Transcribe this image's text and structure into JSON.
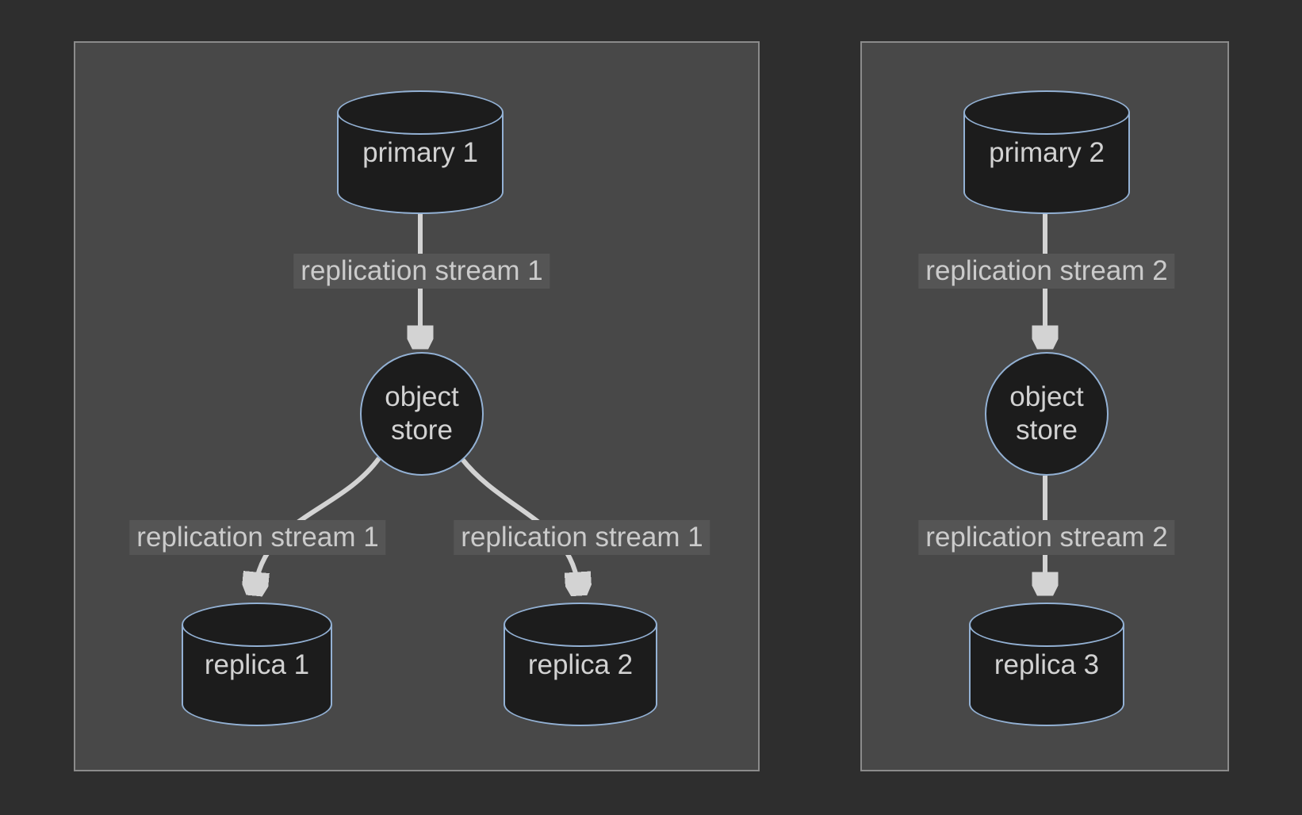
{
  "diagram": {
    "type": "replication-topology",
    "colors": {
      "page_background": "#2e2e2e",
      "panel_background": "#484848",
      "panel_border": "#8b8b8b",
      "node_fill": "#1c1c1c",
      "node_border_blue": "#93b1d4",
      "edge_gray": "#d3d3d3",
      "edge_label_background": "#555555",
      "text_gray": "#cbcbcb"
    },
    "panels": [
      {
        "primary": {
          "label": "primary 1"
        },
        "object_store": {
          "label": "object store"
        },
        "replicas": [
          {
            "label": "replica 1"
          },
          {
            "label": "replica 2"
          }
        ],
        "edge_labels": {
          "primary_to_store": "replication stream 1",
          "store_to_replica_1": "replication stream 1",
          "store_to_replica_2": "replication stream 1"
        }
      },
      {
        "primary": {
          "label": "primary 2"
        },
        "object_store": {
          "label": "object store"
        },
        "replicas": [
          {
            "label": "replica 3"
          }
        ],
        "edge_labels": {
          "primary_to_store": "replication stream 2",
          "store_to_replica_3": "replication stream 2"
        }
      }
    ]
  }
}
